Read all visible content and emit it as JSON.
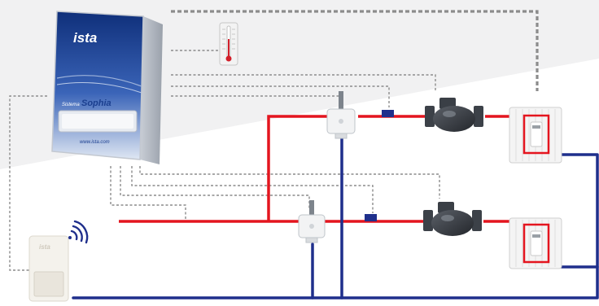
{
  "controller": {
    "brand": "ista",
    "product": "Sophia",
    "product_prefix": "Sistema",
    "url": "www.ista.com"
  },
  "sensor": {
    "brand": "ista"
  },
  "colors": {
    "supply_pipe": "#e4151f",
    "return_pipe": "#1f2f8c",
    "signal_wire": "#8c8c8c",
    "controller_blue": "#1b3f8f"
  },
  "icons": {
    "controller": "control-cabinet-icon",
    "thermometer": "thermometer-icon",
    "wireless_sensor": "room-sensor-icon",
    "wireless_signal": "wifi-signal-icon",
    "temperature_probe": "temperature-probe-icon",
    "valve": "motorized-valve-icon",
    "radiator": "radiator-icon",
    "flow_meter": "flow-meter-icon"
  }
}
